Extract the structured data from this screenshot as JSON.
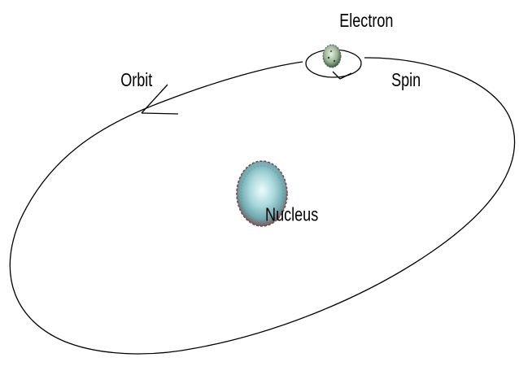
{
  "labels": {
    "electron": "Electron",
    "orbit": "Orbit",
    "spin": "Spin",
    "nucleus": "Nucleus"
  },
  "colors": {
    "line": "#000000",
    "nucleus_core": "#d8f2f2",
    "nucleus_mid": "#8cc4c8",
    "nucleus_edge": "#7f5a5a",
    "electron_core": "#b6c8b0",
    "electron_edge": "#4c6650"
  },
  "icons": {
    "nucleus": "nucleus-sphere",
    "electron": "electron-sphere",
    "orbit_direction": "arrowhead",
    "spin_direction": "arrowhead"
  }
}
